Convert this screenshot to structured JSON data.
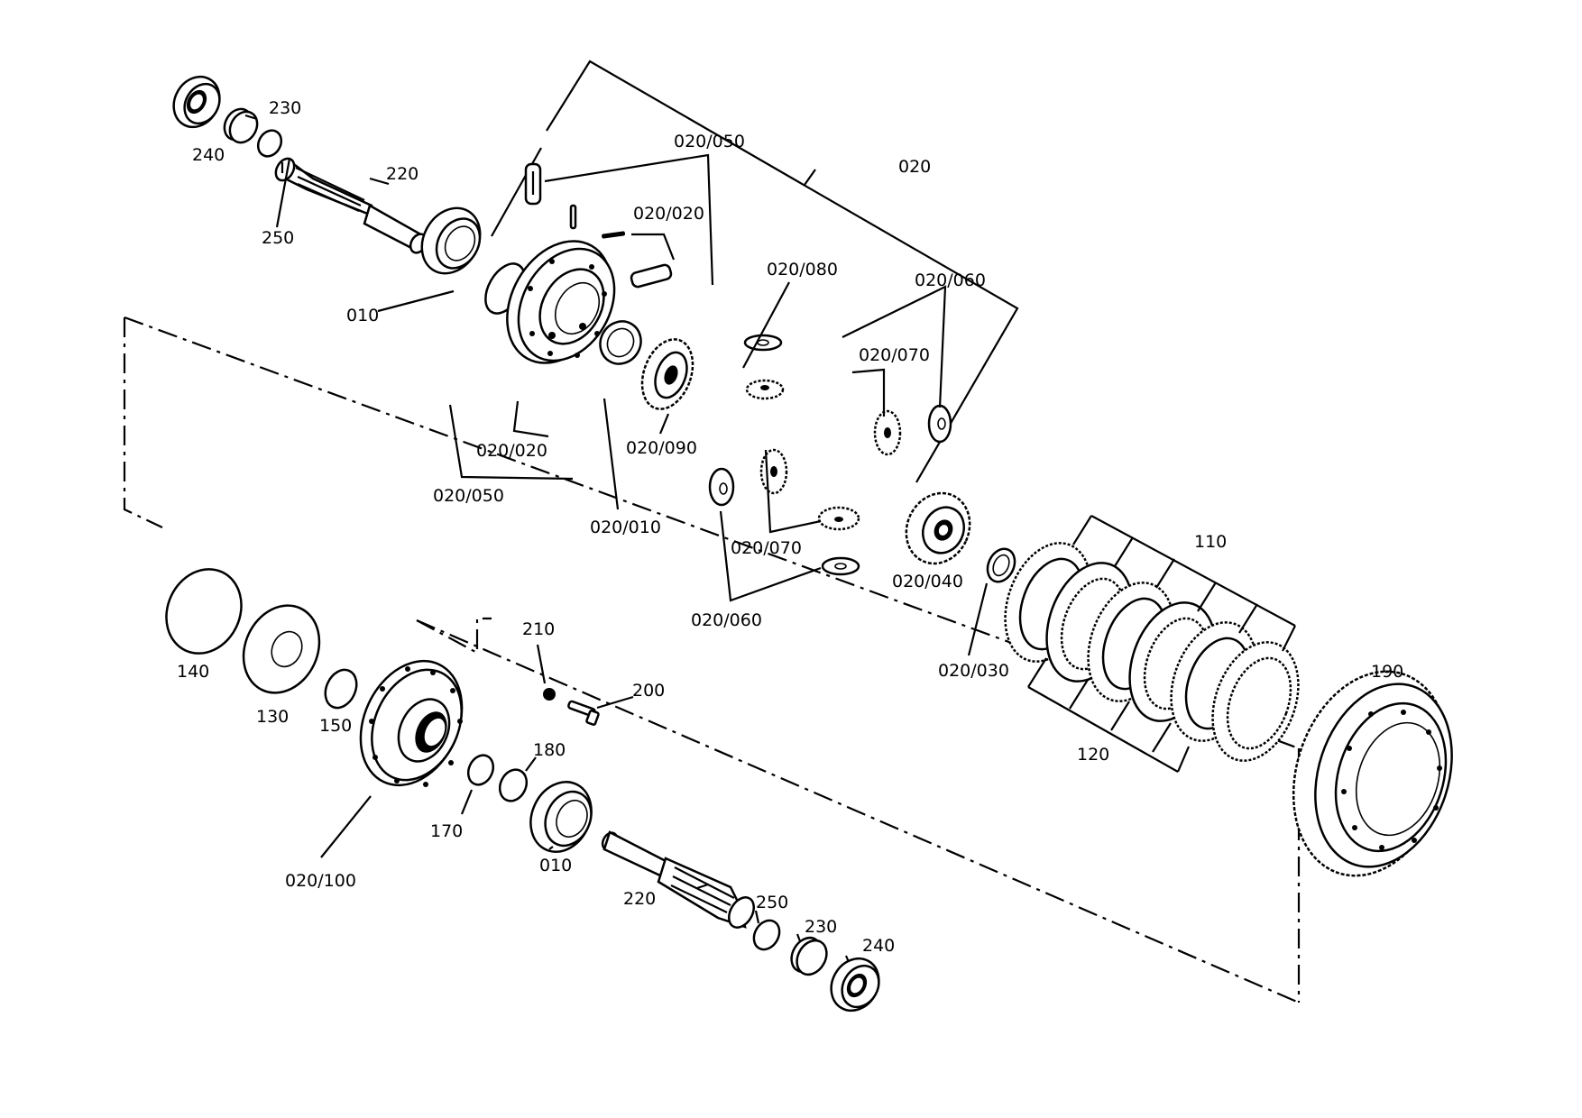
{
  "labels": {
    "p240_top": "240",
    "p230_top": "230",
    "p250_top": "250",
    "p220_top": "220",
    "p010_top": "010",
    "p020": "020",
    "p020_050_top": "020/050",
    "p020_020_top": "020/020",
    "p020_080": "020/080",
    "p020_060_top": "020/060",
    "p020_070_top": "020/070",
    "p020_090": "020/090",
    "p020_020_bot": "020/020",
    "p020_050_bot": "020/050",
    "p020_010": "020/010",
    "p020_070_bot": "020/070",
    "p020_040": "020/040",
    "p020_060_bot": "020/060",
    "p110": "110",
    "p020_030": "020/030",
    "p120": "120",
    "p190": "190",
    "p140": "140",
    "p130": "130",
    "p150": "150",
    "p210": "210",
    "p200": "200",
    "p180": "180",
    "p170": "170",
    "p010_bot": "010",
    "p020_100": "020/100",
    "p220_bot": "220",
    "p250_bot": "250",
    "p230_bot": "230",
    "p240_bot": "240"
  },
  "icons": {
    "bearing": "tapered-roller-bearing-icon",
    "shaft": "splined-shaft-icon",
    "housing": "differential-housing-icon",
    "gear": "bevel-gear-icon",
    "disc": "clutch-disc-icon",
    "ring_gear": "crown-wheel-icon"
  }
}
